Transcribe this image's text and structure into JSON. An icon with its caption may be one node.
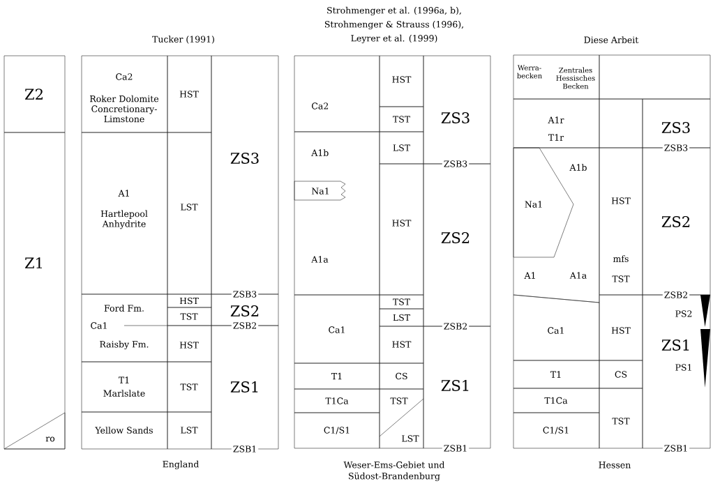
{
  "diagram": {
    "nodes": [
      {
        "text": [
          "Z2"
        ]
      },
      {
        "text": [
          "Z1"
        ]
      },
      {
        "text": [
          "ro"
        ],
        "in": 1
      },
      {
        "text": [
          "Ca2",
          "Roker Dolomite Concretionary-Limstone"
        ]
      },
      {
        "text": [
          "HST"
        ]
      },
      {
        "text": [
          "ZS3"
        ]
      },
      {
        "text": [
          "A1",
          "Hartlepool Anhydrite"
        ]
      },
      {
        "text": [
          "LST"
        ]
      },
      {
        "text": [
          "Ford Fm.",
          "Ca1",
          "Raisby Fm."
        ]
      },
      {
        "text": [
          "HST"
        ]
      },
      {
        "text": [
          "TST"
        ]
      },
      {
        "text": [
          "HST"
        ]
      },
      {
        "text": [
          "ZS2"
        ]
      },
      {
        "text": [
          "T1",
          "Marlslate"
        ]
      },
      {
        "text": [
          "TST"
        ]
      },
      {
        "text": [
          "ZS1"
        ]
      },
      {
        "text": [
          "Yellow Sands"
        ]
      },
      {
        "text": [
          "LST"
        ]
      },
      {
        "text": [
          "Ca2"
        ]
      },
      {
        "text": [
          "HST"
        ]
      },
      {
        "text": [
          "TST"
        ]
      },
      {
        "text": [
          "ZS3"
        ]
      },
      {
        "text": [
          "A1b",
          "A1a"
        ]
      },
      {
        "text": [
          "Na1"
        ],
        "in": 22
      },
      {
        "text": [
          "LST"
        ]
      },
      {
        "text": [
          "HST"
        ]
      },
      {
        "text": [
          "ZS2"
        ]
      },
      {
        "text": [
          "Ca1"
        ]
      },
      {
        "text": [
          "TST"
        ]
      },
      {
        "text": [
          "LST"
        ]
      },
      {
        "text": [
          "HST"
        ]
      },
      {
        "text": [
          "ZS1"
        ]
      },
      {
        "text": [
          "T1"
        ]
      },
      {
        "text": [
          "CS"
        ]
      },
      {
        "text": [
          "T1Ca"
        ]
      },
      {
        "text": [
          "TST",
          "LST"
        ]
      },
      {
        "text": [
          "C1/S1"
        ]
      },
      {
        "text": [
          "Werra-becken",
          "Zentrales Hessisches Becken"
        ]
      },
      {
        "text": [],
        "shape": "box"
      },
      {
        "text": [
          "A1r",
          "T1r"
        ]
      },
      {
        "text": [],
        "shape": "box"
      },
      {
        "text": [
          "ZS3"
        ]
      },
      {
        "text": [
          "A1b",
          "A1",
          "A1a"
        ]
      },
      {
        "text": [
          "Na1"
        ],
        "in": 42
      },
      {
        "text": [
          "HST",
          "mfs",
          "TST"
        ]
      },
      {
        "text": [
          "ZS2"
        ]
      },
      {
        "text": [
          "Ca1"
        ]
      },
      {
        "text": [
          "HST"
        ]
      },
      {
        "text": [
          "ZS1"
        ]
      },
      {
        "text": [
          "T1"
        ]
      },
      {
        "text": [
          "CS"
        ]
      },
      {
        "text": [
          "T1Ca"
        ]
      },
      {
        "text": [
          "TST"
        ]
      },
      {
        "text": [
          "C1/S1"
        ]
      },
      {
        "text": [],
        "shape": "triangle",
        "in": 48
      },
      {
        "text": [],
        "shape": "triangle",
        "in": 48
      }
    ],
    "labels": [
      "Tucker (1991)",
      "Strohmenger et al. (1996a, b),",
      "Strohmenger & Strauss (1996),",
      "Leyrer et al. (1999)",
      "Diese Arbeit",
      "ZSB3",
      "ZSB2",
      "ZSB1",
      "ZSB3",
      "ZSB2",
      "ZSB1",
      "ZSB3",
      "ZSB2",
      "PS2",
      "PS1",
      "ZSB1",
      "England",
      "Weser-Ems-Gebiet und Südost-Brandenburg",
      "Hessen"
    ]
  }
}
